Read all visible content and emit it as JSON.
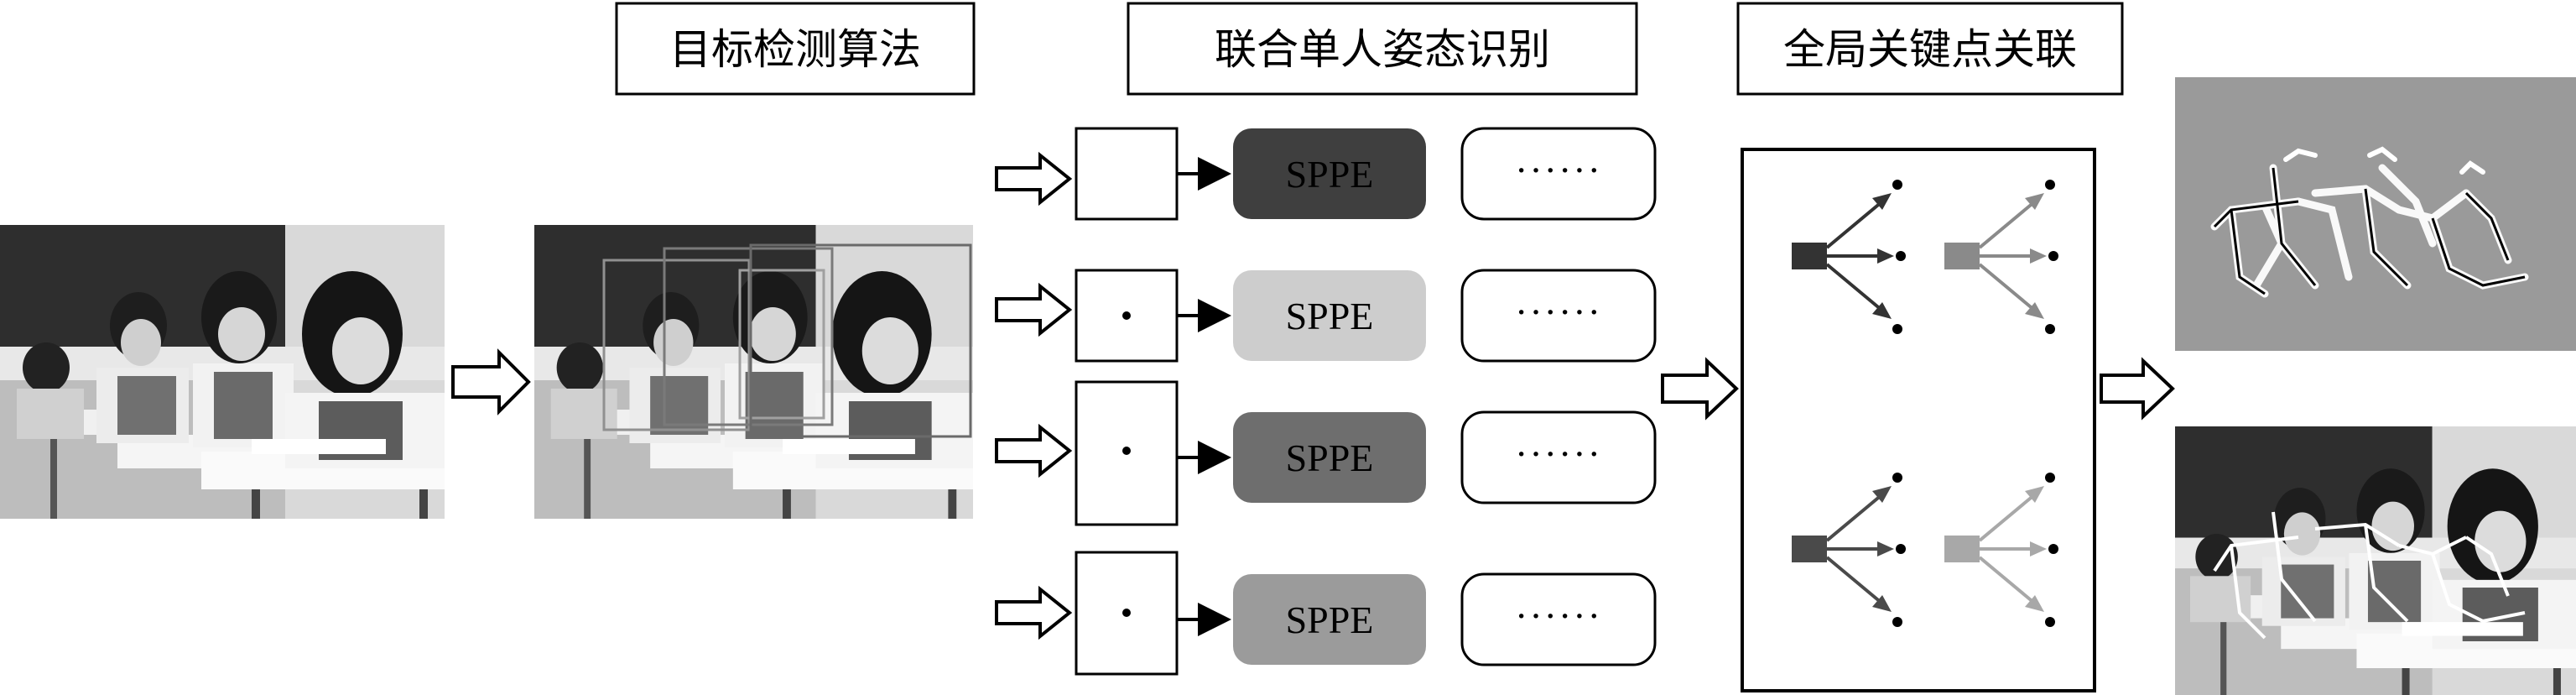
{
  "titles": {
    "detection": "目标检测算法",
    "sppe": "联合单人姿态识别",
    "association": "全局关键点关联"
  },
  "sppe_rows": [
    {
      "label": "SPPE",
      "ellipsis": "······",
      "fill": "#3f3f3f",
      "text_color": "#000000",
      "has_dot": false
    },
    {
      "label": "SPPE",
      "ellipsis": "······",
      "fill": "#cdcdcd",
      "text_color": "#000000",
      "has_dot": true
    },
    {
      "label": "SPPE",
      "ellipsis": "······",
      "fill": "#6e6e6e",
      "text_color": "#000000",
      "has_dot": true
    },
    {
      "label": "SPPE",
      "ellipsis": "······",
      "fill": "#9b9b9b",
      "text_color": "#000000",
      "has_dot": true
    }
  ],
  "association_groups": [
    {
      "color": "#333333"
    },
    {
      "color": "#8a8a8a"
    },
    {
      "color": "#4a4a4a"
    },
    {
      "color": "#a8a8a8"
    }
  ],
  "photo_scene": "classroom students at desks (grayscale photo)"
}
